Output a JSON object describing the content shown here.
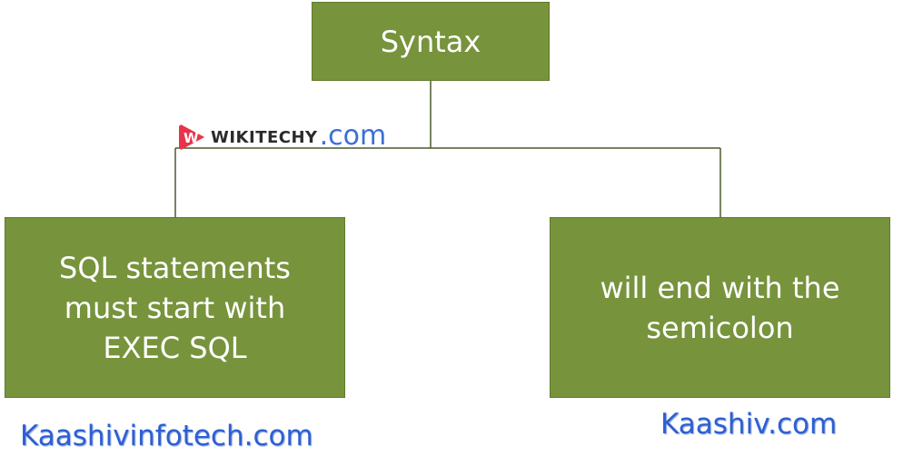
{
  "diagram": {
    "root": {
      "label": "Syntax"
    },
    "children": [
      {
        "label": "SQL statements must start with EXEC SQL"
      },
      {
        "label": "will end with the semicolon"
      }
    ]
  },
  "watermarks": {
    "logo_word": "WIKITECHY",
    "logo_suffix": ".com",
    "left_link": "Kaashivinfotech.com",
    "right_link": "Kaashiv.com"
  },
  "colors": {
    "box_fill": "#77933c",
    "connector": "#4a5a2a",
    "link_blue": "#2f5fd0",
    "logo_red": "#e8334a"
  }
}
